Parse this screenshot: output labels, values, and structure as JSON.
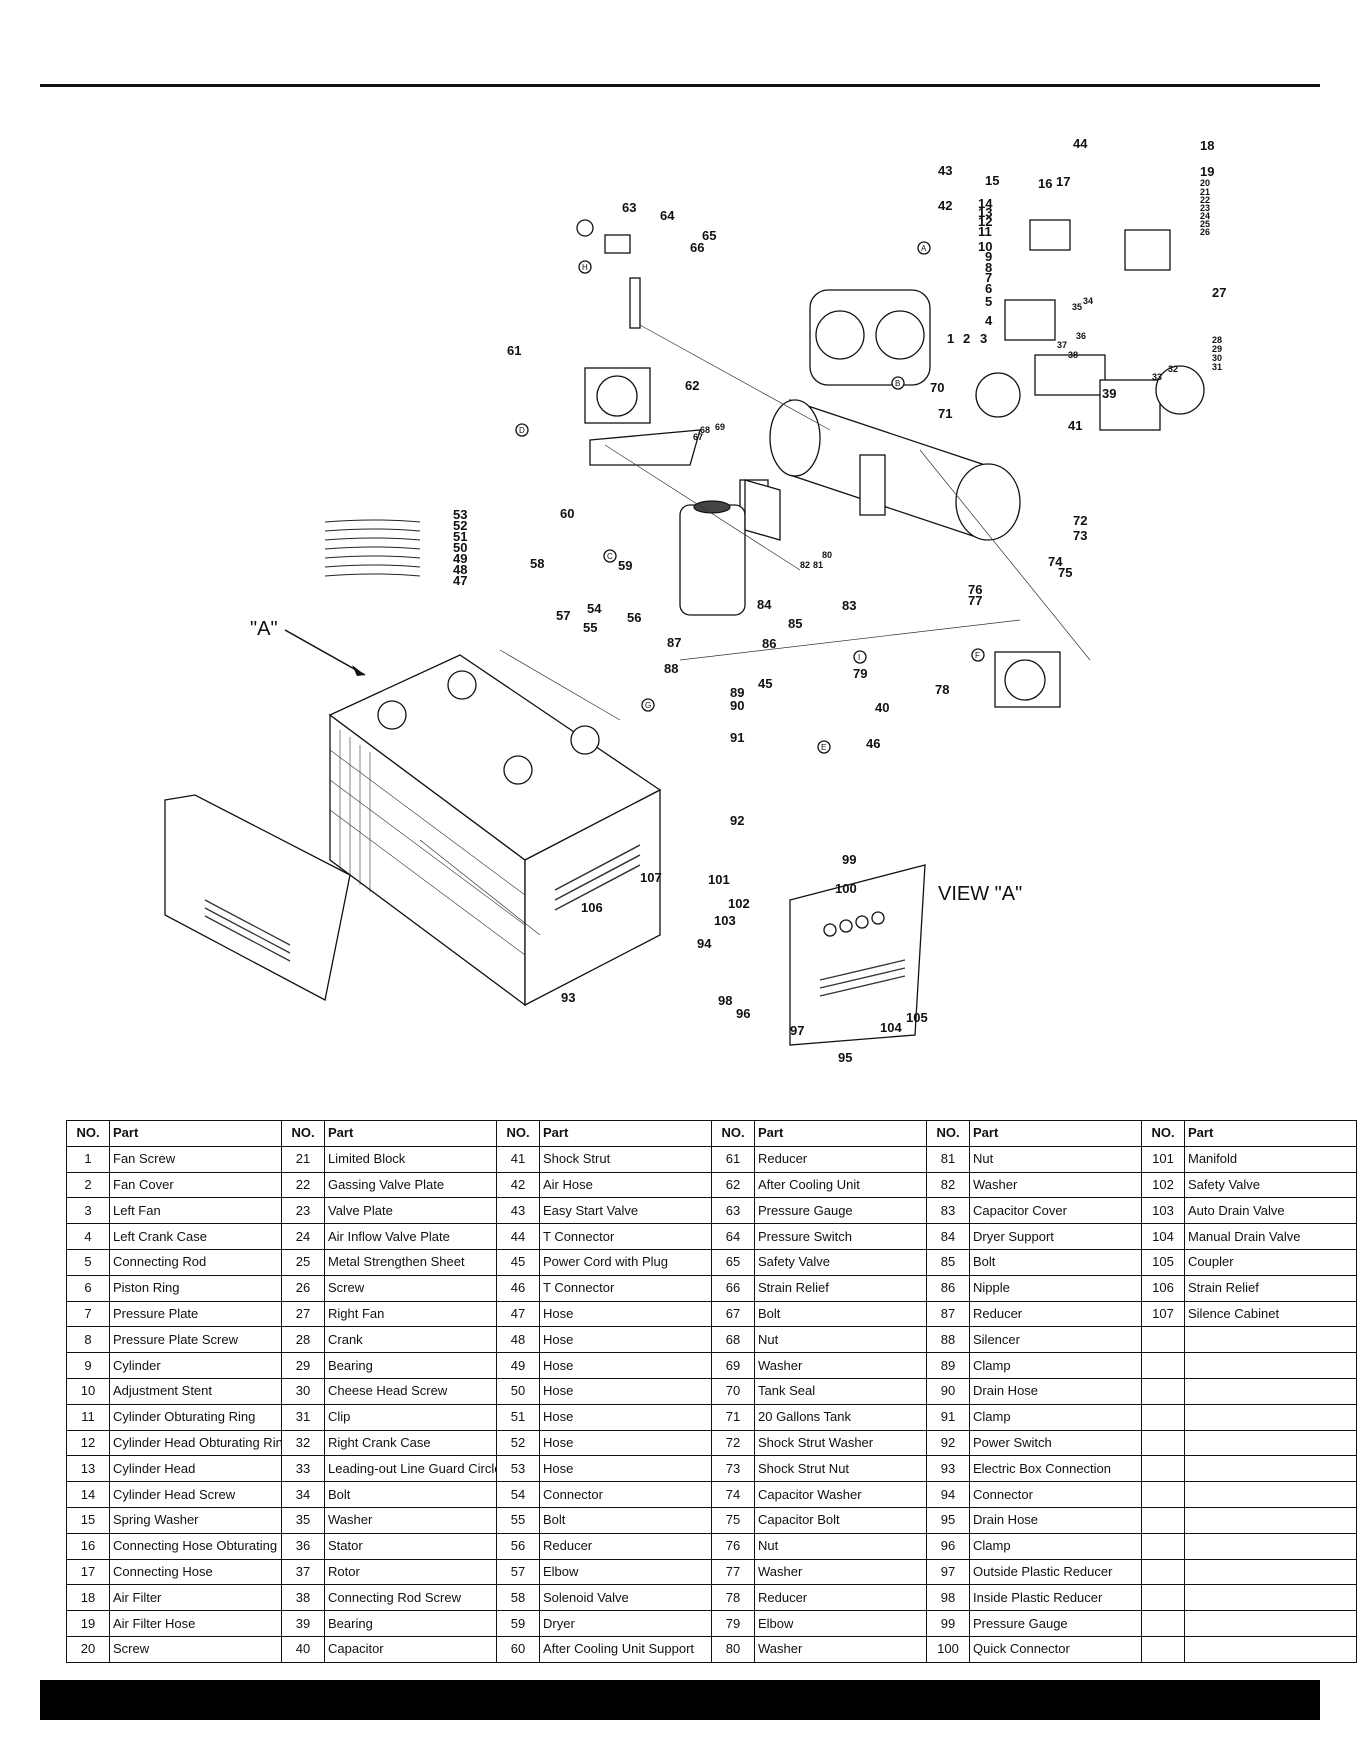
{
  "diagram": {
    "view_label": "VIEW \"A\"",
    "view_pointer": "\"A\"",
    "callouts": [
      "1",
      "2",
      "3",
      "4",
      "5",
      "6",
      "7",
      "8",
      "9",
      "10",
      "11",
      "12",
      "13",
      "14",
      "15",
      "16",
      "17",
      "18",
      "19",
      "20",
      "21",
      "22",
      "23",
      "24",
      "25",
      "26",
      "27",
      "28",
      "29",
      "30",
      "31",
      "32",
      "33",
      "34",
      "35",
      "36",
      "37",
      "38",
      "39",
      "40",
      "41",
      "42",
      "43",
      "44",
      "45",
      "46",
      "47",
      "48",
      "49",
      "50",
      "51",
      "52",
      "53",
      "54",
      "55",
      "56",
      "57",
      "58",
      "59",
      "60",
      "61",
      "62",
      "63",
      "64",
      "65",
      "66",
      "67",
      "68",
      "69",
      "70",
      "71",
      "72",
      "73",
      "74",
      "75",
      "76",
      "77",
      "78",
      "79",
      "80",
      "81",
      "82",
      "83",
      "84",
      "85",
      "86",
      "87",
      "88",
      "89",
      "90",
      "91",
      "92",
      "93",
      "94",
      "95",
      "96",
      "97",
      "98",
      "99",
      "100",
      "101",
      "102",
      "103",
      "104",
      "105",
      "106",
      "107"
    ],
    "connector_letters": [
      "A",
      "B",
      "C",
      "D",
      "E",
      "F",
      "G",
      "H",
      "I"
    ]
  },
  "table": {
    "header_no": "NO.",
    "header_part": "Part",
    "columns": [
      [
        [
          "1",
          "Fan Screw"
        ],
        [
          "2",
          "Fan Cover"
        ],
        [
          "3",
          "Left Fan"
        ],
        [
          "4",
          "Left Crank Case"
        ],
        [
          "5",
          "Connecting Rod"
        ],
        [
          "6",
          "Piston Ring"
        ],
        [
          "7",
          "Pressure Plate"
        ],
        [
          "8",
          "Pressure Plate Screw"
        ],
        [
          "9",
          "Cylinder"
        ],
        [
          "10",
          "Adjustment Stent"
        ],
        [
          "11",
          "Cylinder Obturating Ring"
        ],
        [
          "12",
          "Cylinder Head Obturating Ring"
        ],
        [
          "13",
          "Cylinder Head"
        ],
        [
          "14",
          "Cylinder Head Screw"
        ],
        [
          "15",
          "Spring Washer"
        ],
        [
          "16",
          "Connecting Hose Obturating Ring"
        ],
        [
          "17",
          "Connecting Hose"
        ],
        [
          "18",
          "Air Filter"
        ],
        [
          "19",
          "Air Filter Hose"
        ],
        [
          "20",
          "Screw"
        ]
      ],
      [
        [
          "21",
          "Limited Block"
        ],
        [
          "22",
          "Gassing Valve Plate"
        ],
        [
          "23",
          "Valve Plate"
        ],
        [
          "24",
          "Air Inflow Valve Plate"
        ],
        [
          "25",
          "Metal Strengthen Sheet"
        ],
        [
          "26",
          "Screw"
        ],
        [
          "27",
          "Right Fan"
        ],
        [
          "28",
          "Crank"
        ],
        [
          "29",
          "Bearing"
        ],
        [
          "30",
          "Cheese Head Screw"
        ],
        [
          "31",
          "Clip"
        ],
        [
          "32",
          "Right Crank Case"
        ],
        [
          "33",
          "Leading-out Line Guard Circle"
        ],
        [
          "34",
          "Bolt"
        ],
        [
          "35",
          "Washer"
        ],
        [
          "36",
          "Stator"
        ],
        [
          "37",
          "Rotor"
        ],
        [
          "38",
          "Connecting Rod Screw"
        ],
        [
          "39",
          "Bearing"
        ],
        [
          "40",
          "Capacitor"
        ]
      ],
      [
        [
          "41",
          "Shock Strut"
        ],
        [
          "42",
          "Air Hose"
        ],
        [
          "43",
          "Easy Start Valve"
        ],
        [
          "44",
          "T Connector"
        ],
        [
          "45",
          "Power Cord with Plug"
        ],
        [
          "46",
          "T Connector"
        ],
        [
          "47",
          "Hose"
        ],
        [
          "48",
          "Hose"
        ],
        [
          "49",
          "Hose"
        ],
        [
          "50",
          "Hose"
        ],
        [
          "51",
          "Hose"
        ],
        [
          "52",
          "Hose"
        ],
        [
          "53",
          "Hose"
        ],
        [
          "54",
          "Connector"
        ],
        [
          "55",
          "Bolt"
        ],
        [
          "56",
          "Reducer"
        ],
        [
          "57",
          "Elbow"
        ],
        [
          "58",
          "Solenoid Valve"
        ],
        [
          "59",
          "Dryer"
        ],
        [
          "60",
          "After Cooling Unit Support"
        ]
      ],
      [
        [
          "61",
          "Reducer"
        ],
        [
          "62",
          "After Cooling Unit"
        ],
        [
          "63",
          "Pressure Gauge"
        ],
        [
          "64",
          "Pressure Switch"
        ],
        [
          "65",
          "Safety Valve"
        ],
        [
          "66",
          "Strain Relief"
        ],
        [
          "67",
          "Bolt"
        ],
        [
          "68",
          "Nut"
        ],
        [
          "69",
          "Washer"
        ],
        [
          "70",
          "Tank Seal"
        ],
        [
          "71",
          "20 Gallons Tank"
        ],
        [
          "72",
          "Shock Strut Washer"
        ],
        [
          "73",
          "Shock Strut Nut"
        ],
        [
          "74",
          "Capacitor Washer"
        ],
        [
          "75",
          "Capacitor Bolt"
        ],
        [
          "76",
          "Nut"
        ],
        [
          "77",
          "Washer"
        ],
        [
          "78",
          "Reducer"
        ],
        [
          "79",
          "Elbow"
        ],
        [
          "80",
          "Washer"
        ]
      ],
      [
        [
          "81",
          "Nut"
        ],
        [
          "82",
          "Washer"
        ],
        [
          "83",
          "Capacitor Cover"
        ],
        [
          "84",
          "Dryer Support"
        ],
        [
          "85",
          "Bolt"
        ],
        [
          "86",
          "Nipple"
        ],
        [
          "87",
          "Reducer"
        ],
        [
          "88",
          "Silencer"
        ],
        [
          "89",
          "Clamp"
        ],
        [
          "90",
          "Drain Hose"
        ],
        [
          "91",
          "Clamp"
        ],
        [
          "92",
          "Power Switch"
        ],
        [
          "93",
          "Electric Box Connection"
        ],
        [
          "94",
          "Connector"
        ],
        [
          "95",
          "Drain Hose"
        ],
        [
          "96",
          "Clamp"
        ],
        [
          "97",
          "Outside Plastic Reducer"
        ],
        [
          "98",
          "Inside Plastic Reducer"
        ],
        [
          "99",
          "Pressure Gauge"
        ],
        [
          "100",
          "Quick Connector"
        ]
      ],
      [
        [
          "101",
          "Manifold"
        ],
        [
          "102",
          "Safety Valve"
        ],
        [
          "103",
          "Auto Drain Valve"
        ],
        [
          "104",
          "Manual Drain Valve"
        ],
        [
          "105",
          "Coupler"
        ],
        [
          "106",
          "Strain Relief"
        ],
        [
          "107",
          "Silence Cabinet"
        ],
        [
          "",
          ""
        ],
        [
          "",
          ""
        ],
        [
          "",
          ""
        ],
        [
          "",
          ""
        ],
        [
          "",
          ""
        ],
        [
          "",
          ""
        ],
        [
          "",
          ""
        ],
        [
          "",
          ""
        ],
        [
          "",
          ""
        ],
        [
          "",
          ""
        ],
        [
          "",
          ""
        ],
        [
          "",
          ""
        ],
        [
          "",
          ""
        ]
      ]
    ]
  }
}
